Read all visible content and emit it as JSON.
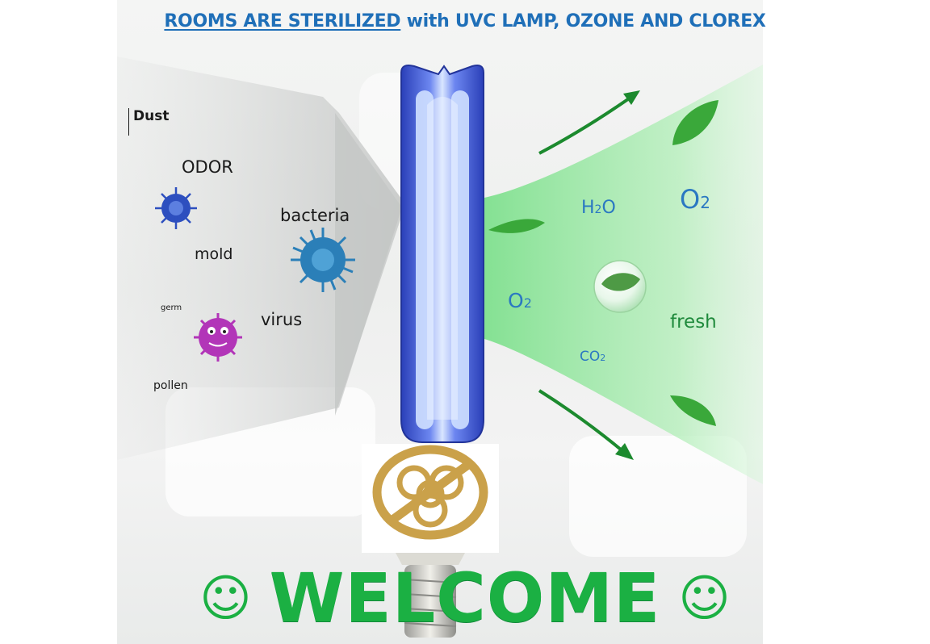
{
  "header": {
    "title_underlined": "ROOMS ARE STERILIZED",
    "title_rest": " with UVC LAMP, OZONE AND CLOREX"
  },
  "left_labels": {
    "dust": "Dust",
    "odor": "ODOR",
    "bacteria": "bacteria",
    "mold": "mold",
    "germ": "germ",
    "virus": "virus",
    "pollen": "pollen"
  },
  "right_labels": {
    "h2o_main": "H",
    "h2o_sub": "2",
    "h2o_tail": "O",
    "o2_top_main": "O",
    "o2_top_sub": "2",
    "o2_mid_main": "O",
    "o2_mid_sub": "2",
    "co2_main": "CO",
    "co2_sub": "2",
    "fresh": "fresh"
  },
  "footer": {
    "smile_left": "☺",
    "welcome": "WELCOME",
    "smile_right": "☺"
  },
  "icons": [
    "uvc-lamp-icon",
    "biohazard-prohibited-icon",
    "virus-icon",
    "bacteria-icon",
    "germ-monster-icon",
    "leaf-icon",
    "arrow-icon",
    "bubble-leaf-icon"
  ],
  "colors": {
    "header_blue": "#1f6fb8",
    "welcome_green": "#1bb043",
    "label_green": "#1f8a3c",
    "formula_blue": "#2a78c2",
    "lamp_blue": "#3f5fd0",
    "biohazard_gold": "#caa14a"
  }
}
